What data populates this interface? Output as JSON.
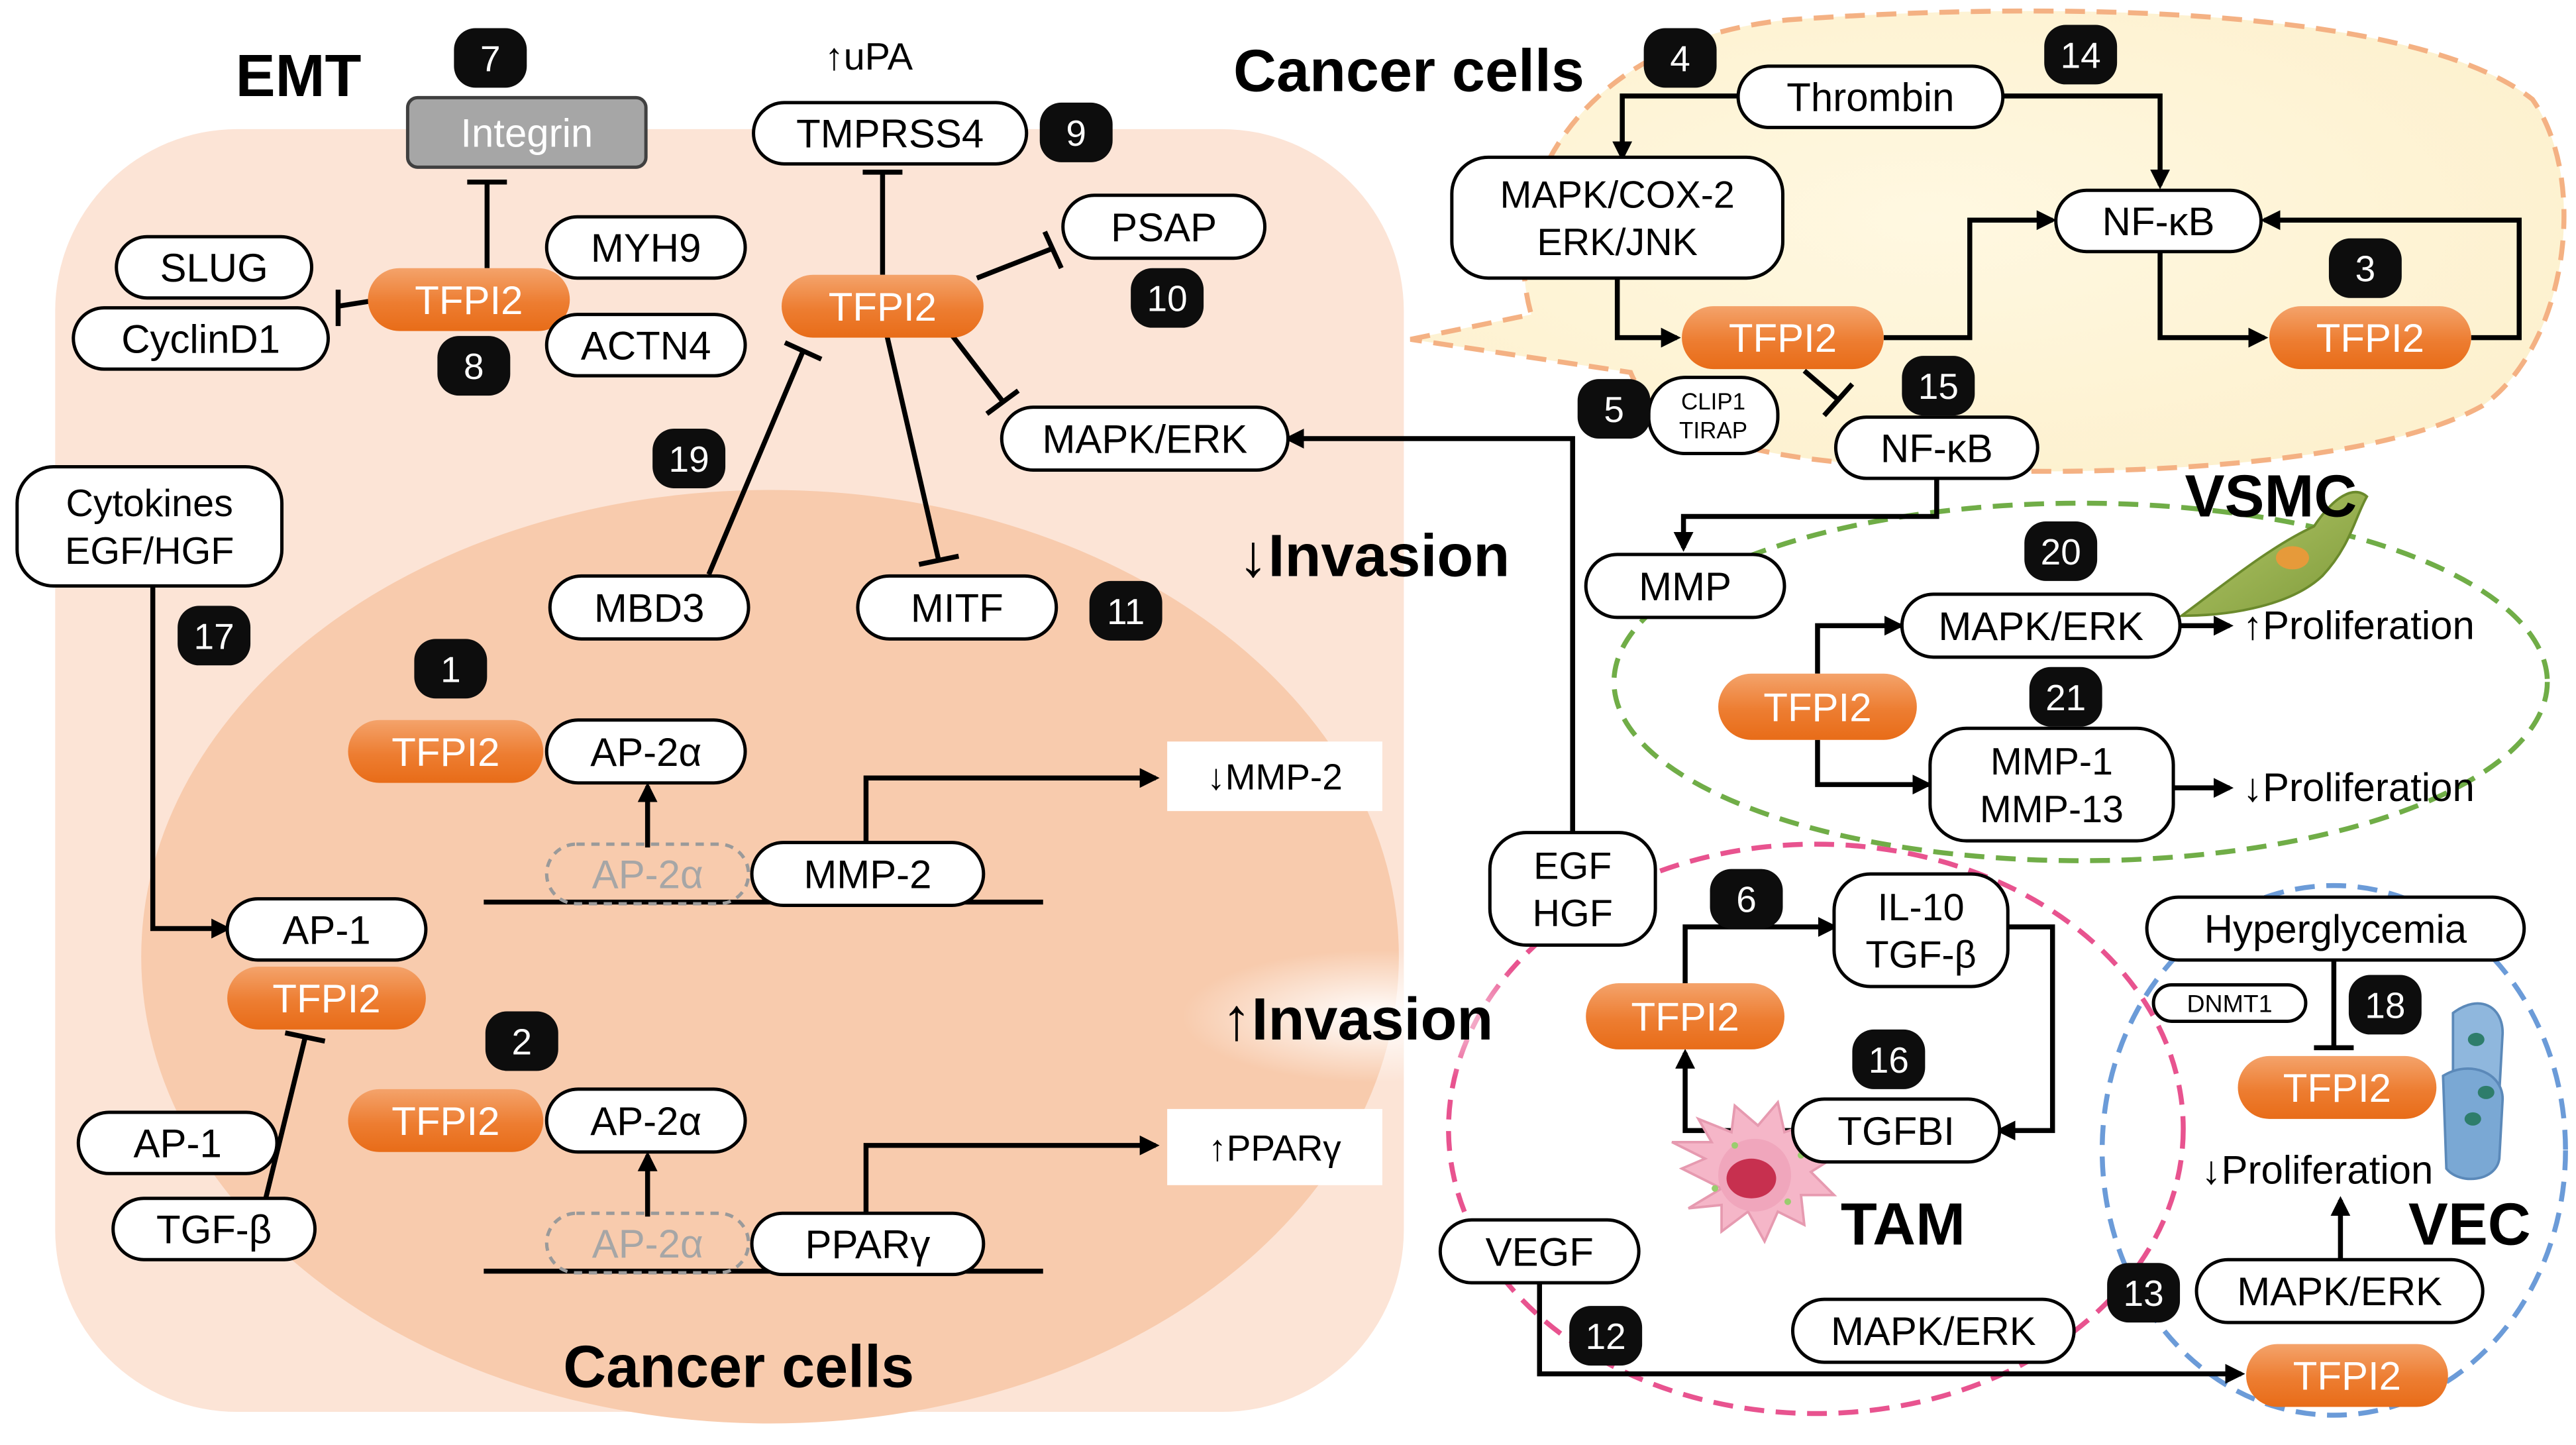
{
  "regions": {
    "emt": "EMT",
    "cancer_cells_top": "Cancer cells",
    "cancer_cells_bottom": "Cancer cells",
    "vsmc": "VSMC",
    "tam": "TAM",
    "vec": "VEC"
  },
  "effects": {
    "invasion_down": "↓Invasion",
    "invasion_up": "↑Invasion",
    "upa": "↑uPA",
    "mmp2_down": "↓MMP-2",
    "ppar_up": "↑PPARγ",
    "prolif_up": "↑Proliferation",
    "prolif_down_vsmc": "↓Proliferation",
    "prolif_down_vec": "↓Proliferation"
  },
  "nodes": {
    "tfpi2": "TFPI2",
    "integrin": "Integrin",
    "slug": "SLUG",
    "cyclind1": "CyclinD1",
    "myh9": "MYH9",
    "actn4": "ACTN4",
    "tmprss4": "TMPRSS4",
    "psap": "PSAP",
    "mapk_erk": "MAPK/ERK",
    "mbd3": "MBD3",
    "mitf": "MITF",
    "cytokines_l1": "Cytokines",
    "cytokines_l2": "EGF/HGF",
    "ap2a": "AP-2α",
    "mmp2": "MMP-2",
    "ppary": "PPARγ",
    "ap1": "AP-1",
    "tgfb": "TGF-β",
    "thrombin": "Thrombin",
    "mapk_cox_l1": "MAPK/COX-2",
    "mapk_cox_l2": "ERK/JNK",
    "nfkb": "NF-κB",
    "clip1": "CLIP1",
    "tirap": "TIRAP",
    "mmp": "MMP",
    "mmp1": "MMP-1",
    "mmp13": "MMP-13",
    "egf": "EGF",
    "hgf": "HGF",
    "il10": "IL-10",
    "tgfb_tam": "TGF-β",
    "tgfbi": "TGFBI",
    "hyperglycemia": "Hyperglycemia",
    "dnmt1": "DNMT1",
    "vegf": "VEGF"
  },
  "badges": [
    "1",
    "2",
    "3",
    "4",
    "5",
    "6",
    "7",
    "8",
    "9",
    "10",
    "11",
    "12",
    "13",
    "14",
    "15",
    "16",
    "17",
    "18",
    "19",
    "20",
    "21"
  ],
  "colors": {
    "outer_cell": "#fce4d6",
    "inner_cell": "#f8cbad",
    "tfpi2_fill": "#ed7d31",
    "integrin_fill": "#a6a6a6",
    "badge_fill": "#0d0d0d",
    "cancer_border": "#f4b183",
    "cancer_fill": "#fff2cc",
    "vsmc_border": "#70ad47",
    "tam_border": "#e8538f",
    "vec_border": "#6b9bd8"
  }
}
